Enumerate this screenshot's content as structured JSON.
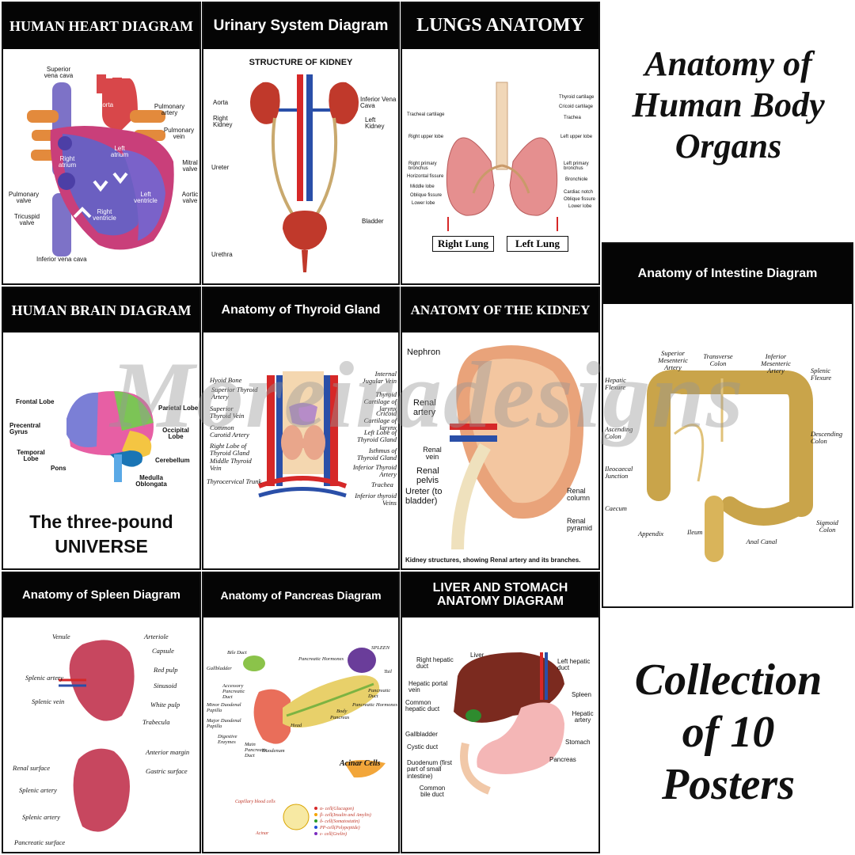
{
  "heart": {
    "title": "HUMAN HEART DIAGRAM",
    "labels": {
      "svc": "Superior vena cava",
      "aorta": "Aorta",
      "pulm_artery": "Pulmonary artery",
      "pulm_vein": "Pulmonary vein",
      "left_atrium": "Left atrium",
      "right_atrium": "Right atrium",
      "mitral": "Mitral valve",
      "aortic": "Aortic valve",
      "pulm_valve": "Pulmonary valve",
      "left_ventricle": "Left ventricle",
      "right_ventricle": "Right ventricle",
      "tricuspid": "Tricuspid valve",
      "ivc": "Inferior vena cava"
    }
  },
  "urinary": {
    "title": "Urinary System Diagram",
    "subtitle": "STRUCTURE OF KIDNEY",
    "labels": {
      "aorta": "Aorta",
      "ivc": "Inferior Vena Cava",
      "right_kidney": "Right Kidney",
      "left_kidney": "Left Kidney",
      "ureter": "Ureter",
      "bladder": "Bladder",
      "urethra": "Urethra"
    }
  },
  "lungs": {
    "title": "LUNGS ANATOMY",
    "labels": {
      "thyroid_cart": "Thyroid cartilage",
      "cricoid_cart": "Cricoid cartilage",
      "trachea": "Trachea",
      "tracheal_cart": "Tracheal cartilage",
      "right_upper": "Right upper lobe",
      "left_upper": "Left upper lobe",
      "right_primary": "Right primary bronchus",
      "left_primary": "Left primary bronchus",
      "horizontal": "Horizontal fissure",
      "bronchiole": "Bronchiole",
      "middle": "Middle lobe",
      "cardiac": "Cardiac notch",
      "oblique_r": "Oblique fissure",
      "oblique_l": "Oblique fissure",
      "lower_r": "Lower lobe",
      "lower_l": "Lower lobe"
    },
    "right_lung": "Right Lung",
    "left_lung": "Left Lung"
  },
  "brain": {
    "title": "HUMAN BRAIN DIAGRAM",
    "labels": {
      "frontal": "Frontal Lobe",
      "parietal": "Parietal Lobe",
      "precentral": "Precentral Gyrus",
      "occipital": "Occipital Lobe",
      "temporal": "Temporal Lobe",
      "cerebellum": "Cerebellum",
      "pons": "Pons",
      "medulla": "Medulla Oblongata"
    },
    "tagline_1": "The three-pound",
    "tagline_2": "UNIVERSE"
  },
  "thyroid": {
    "title": "Anatomy of  Thyroid Gland",
    "labels": {
      "hyoid": "Hyoid Bone",
      "sup_artery": "Superior Thyroid Artery",
      "sup_vein": "Superior Thyroid Vein",
      "carotid": "Common Carotid Artery",
      "right_lobe": "Right Lobe of Thyroid Gland",
      "mid_vein": "Middle Thyroid Vein",
      "thyrocervical": "Thyrocervical Trunk",
      "jugular": "Internal Jugular Vein",
      "thyroid_cart": "Thyroid Cartilage of larynx",
      "cricoid_cart": "Cricoid Cartilage of larynx",
      "left_lobe": "Left Lobe of Thyroid Gland",
      "isthmus": "Isthmus of Thyroid Gland",
      "inf_artery": "Inferior Thyroid Artery",
      "trachea": "Trachea",
      "inf_veins": "Inferior thyroid Veins"
    }
  },
  "kidney": {
    "title": "ANATOMY OF THE KIDNEY",
    "labels": {
      "nephron": "Nephron",
      "renal_artery": "Renal artery",
      "renal_vein": "Renal vein",
      "renal_pelvis": "Renal pelvis",
      "ureter": "Ureter (to bladder)",
      "renal_column": "Renal column",
      "renal_pyramid": "Renal pyramid"
    },
    "caption": "Kidney structures, showing Renal artery and its branches."
  },
  "intestine": {
    "title": "Anatomy of Intestine Diagram",
    "labels": {
      "sup_mes": "Superior Mesenteric Artery",
      "transverse": "Transverse Colon",
      "inf_mes": "Inferior Mesenteric Artery",
      "hepatic": "Hepatic Flexure",
      "splenic": "Splenic Flexure",
      "ascending": "Ascending Colon",
      "descending": "Descending Colon",
      "ileocaecal": "Ileocaecal Junction",
      "caecum": "Caecum",
      "appendix": "Appendix",
      "ileum": "Ileum",
      "sigmoid": "Sigmoid Colon",
      "anal": "Anal Canal"
    }
  },
  "spleen": {
    "title": "Anatomy of Spleen Diagram",
    "labels": {
      "venule": "Venule",
      "arteriole": "Arteriole",
      "capsule": "Capsule",
      "red_pulp": "Red pulp",
      "splenic_artery": "Splenic artery",
      "sinusoid": "Sinusoid",
      "splenic_vein": "Splenic vein",
      "white_pulp": "White pulp",
      "trabecula": "Trabecula",
      "anterior": "Anterior margin",
      "renal_surface": "Renal surface",
      "gastric": "Gastric surface",
      "splenic_artery_2": "Splenic artery",
      "splenic_artery_3": "Splenic artery",
      "pancreatic_surface": "Pancreatic surface"
    }
  },
  "pancreas": {
    "title": "Anatomy of Pancreas Diagram",
    "labels": {
      "bile_duct": "Bile Duct",
      "spleen": "SPLEEN",
      "gallbladder": "Gallbladder",
      "hormones_1": "Pancreatic Hormones",
      "tail": "Tail",
      "accessory": "Accessory Pancreatic Duct",
      "pancreatic_duct": "Pancreatic Duct",
      "minor": "Minor Duodenal Papilla",
      "major": "Major Duodenal Papilla",
      "body": "Body",
      "hormones_2": "Pancreatic Hormones",
      "pancreas": "Pancreas",
      "digestive": "Digestive Enzymes",
      "head": "Head",
      "main_duct": "Main Pancreatic Duct",
      "duodenum": "Duodenum",
      "acinar_cells": "Acinar Cells",
      "capillary": "Capillary blood cells",
      "acinar": "Acinar"
    },
    "legend": [
      "α- cell(Glucagon)",
      "β- cell(Insulin and Amylin)",
      "δ- cell(Somatostatin)",
      "PP-cell(Polypeptide)",
      "ε- cell(Grelin)"
    ],
    "legend_colors": [
      "#d62828",
      "#f4a300",
      "#2a9d2a",
      "#1d4ed8",
      "#7b2cbf"
    ]
  },
  "liver": {
    "title": "LIVER AND STOMACH ANATOMY DIAGRAM",
    "labels": {
      "right_hepatic": "Right hepatic duct",
      "liver": "Liver",
      "left_hepatic": "Left hepatic duct",
      "portal_vein": "Hepatic portal vein",
      "spleen": "Spleen",
      "common_hepatic": "Common hepatic duct",
      "hepatic_artery": "Hepatic artery",
      "gallbladder": "Gallbladder",
      "stomach": "Stomach",
      "cystic": "Cystic duct",
      "pancreas": "Pancreas",
      "duodenum": "Duodenum (first part of small intestine)",
      "common_bile": "Common bile duct"
    }
  },
  "headline": {
    "line1": "Anatomy of",
    "line2": "Human Body",
    "line3": "Organs"
  },
  "collection": {
    "line1": "Collection",
    "line2": "of 10",
    "line3": "Posters"
  },
  "watermark": "Moreiradesigns",
  "colors": {
    "title_bar": "#050505",
    "artery": "#d62828",
    "vein": "#2a4fa8"
  }
}
